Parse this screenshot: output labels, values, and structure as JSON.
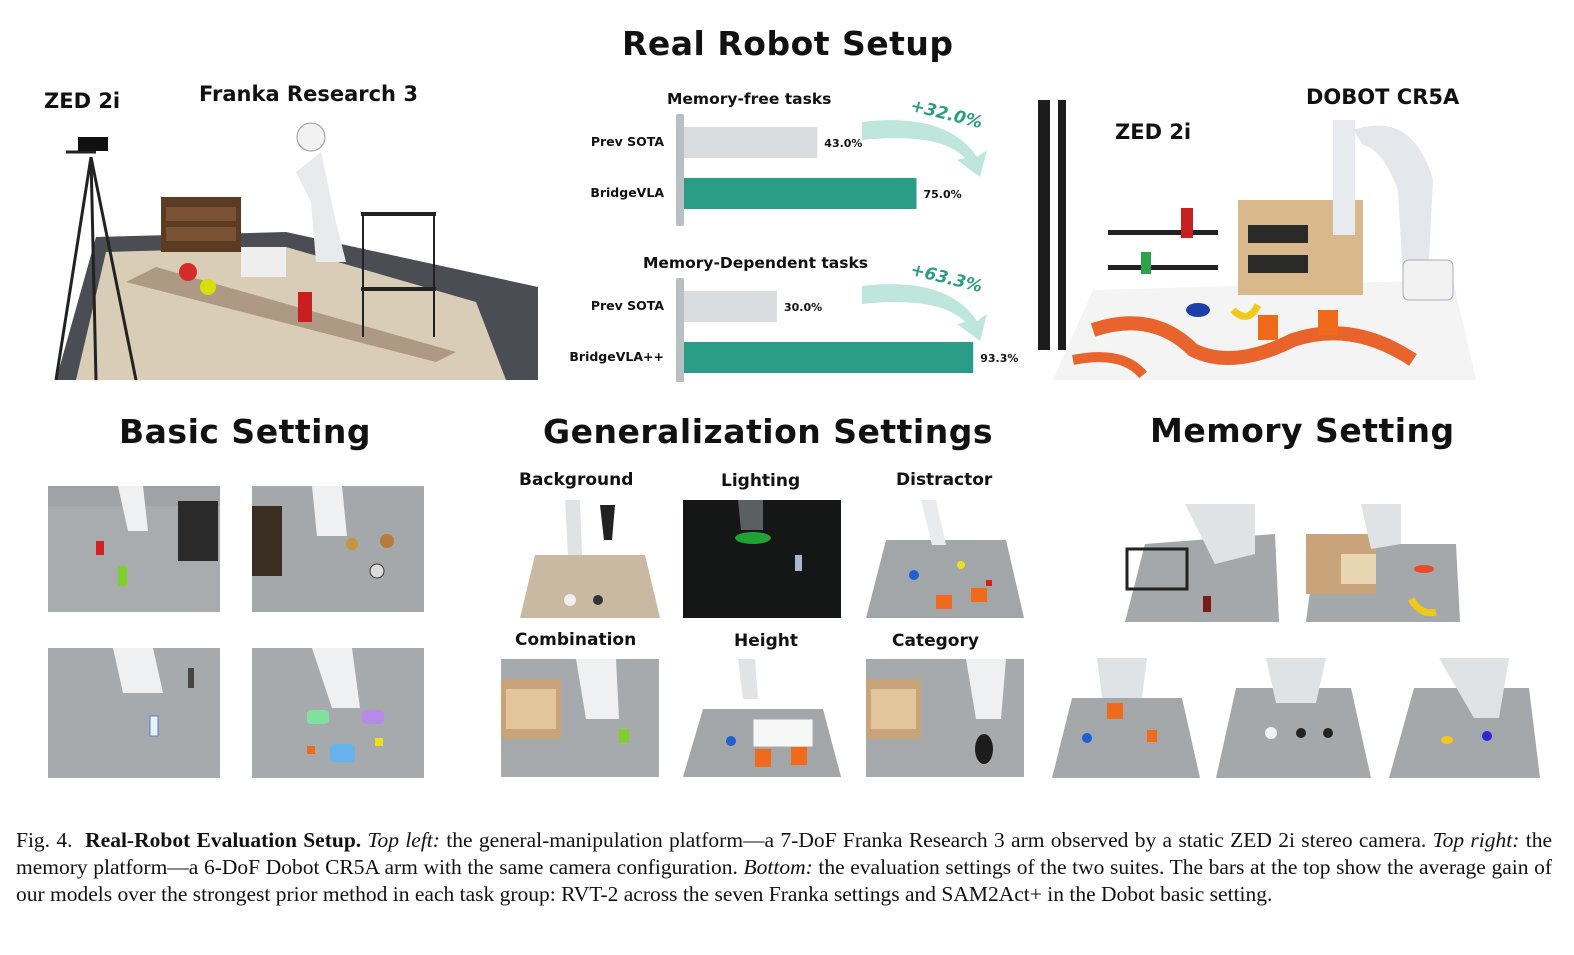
{
  "headings": {
    "real_robot_setup": "Real Robot Setup",
    "basic_setting": "Basic Setting",
    "generalization_settings": "Generalization Settings",
    "memory_setting": "Memory Setting"
  },
  "left_platform": {
    "camera_label": "ZED 2i",
    "robot_label": "Franka Research 3"
  },
  "right_platform": {
    "camera_label": "ZED 2i",
    "robot_label": "DOBOT CR5A"
  },
  "generalization_labels": {
    "background": "Background",
    "lighting": "Lighting",
    "distractor": "Distractor",
    "combination": "Combination",
    "height": "Height",
    "category": "Category"
  },
  "chart_data": [
    {
      "type": "bar",
      "orientation": "horizontal",
      "title": "Memory-free tasks",
      "categories": [
        "Prev SOTA",
        "BridgeVLA"
      ],
      "values": [
        43.0,
        75.0
      ],
      "value_labels": [
        "43.0%",
        "75.0%"
      ],
      "gain_label": "+32.0%",
      "xlim": [
        0,
        100
      ],
      "colors": [
        "#d9dde0",
        "#2a9d86"
      ]
    },
    {
      "type": "bar",
      "orientation": "horizontal",
      "title": "Memory-Dependent tasks",
      "categories": [
        "Prev SOTA",
        "BridgeVLA++"
      ],
      "values": [
        30.0,
        93.3
      ],
      "value_labels": [
        "30.0%",
        "93.3%"
      ],
      "gain_label": "+63.3%",
      "xlim": [
        0,
        100
      ],
      "colors": [
        "#d9dde0",
        "#2a9d86"
      ]
    }
  ],
  "caption": {
    "fig_label": "Fig. 4.",
    "title": "Real-Robot Evaluation Setup.",
    "top_left_label": "Top left:",
    "top_left_text": " the general-manipulation platform—a 7-DoF Franka Research 3 arm observed by a static ZED 2i stereo camera. ",
    "top_right_label": "Top right:",
    "top_right_text": " the memory platform—a 6-DoF Dobot CR5A arm with the same camera configuration. ",
    "bottom_label": "Bottom:",
    "bottom_text": " the evaluation settings of the two suites. The bars at the top show the average gain of our models over the strongest prior method in each task group: RVT-2 across the seven Franka settings and SAM2Act+ in the Dobot basic setting."
  },
  "colors": {
    "accent_teal": "#2a9d86",
    "bar_grey": "#d9dde0",
    "axis_grey": "#b9c0c4",
    "arrow_teal": "#bfe6dd",
    "gain_text": "#2a9d86"
  }
}
